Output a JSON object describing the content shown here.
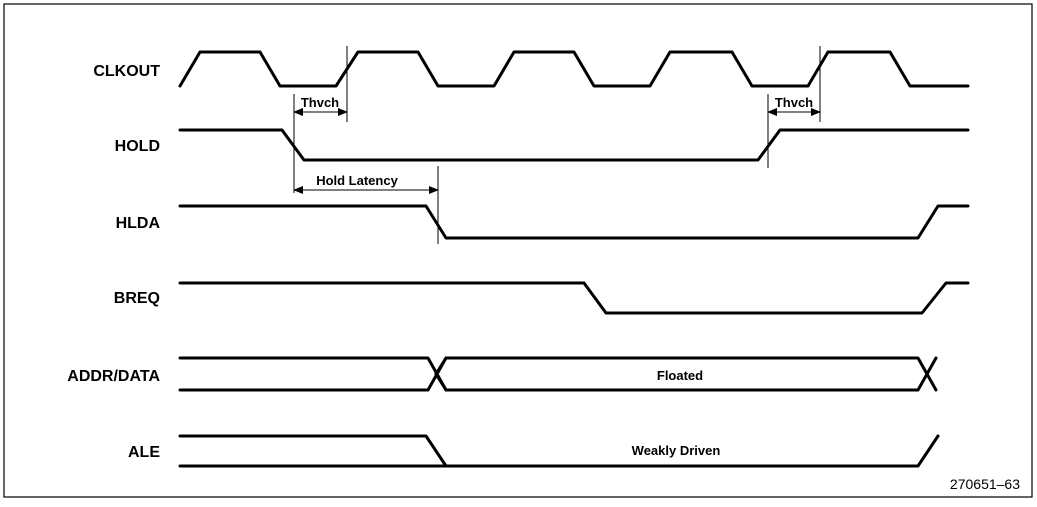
{
  "signals": {
    "clkout": "CLKOUT",
    "hold": "HOLD",
    "hlda": "HLDA",
    "breq": "BREQ",
    "addr_data": "ADDR/DATA",
    "ale": "ALE"
  },
  "annotations": {
    "thvch_left": "Thvch",
    "thvch_right": "Thvch",
    "hold_latency": "Hold Latency",
    "floated": "Floated",
    "weakly_driven": "Weakly Driven"
  },
  "figure_id": "270651–63"
}
